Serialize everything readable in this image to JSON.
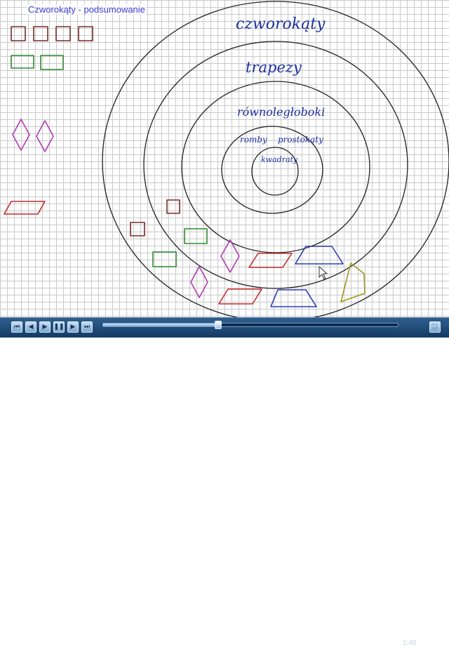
{
  "title": "Czworokąty - podsumowanie",
  "labels": {
    "czworokaty": "czworokąty",
    "trapezy": "trapezy",
    "rownoleglobloki": "równoległoboki",
    "romby": "romby",
    "prostokaty": "prostokąty",
    "kwadraty": "kwadraty"
  },
  "colors": {
    "ink": "#1c2f9e",
    "ring": "#222222",
    "square": "#7a2a2a",
    "rectangle": "#2e8a2e",
    "rhombus": "#b23ab2",
    "parallelogram": "#c42a2a",
    "trapezoid": "#2a3ab2",
    "quadrilateral": "#9a9a20"
  },
  "player": {
    "buttons": [
      {
        "name": "rewind-button",
        "icon": "rewind-icon",
        "glyph": "⏮"
      },
      {
        "name": "step-back-button",
        "icon": "step-back-icon",
        "glyph": "◀"
      },
      {
        "name": "play-button",
        "icon": "play-icon",
        "glyph": "▶"
      },
      {
        "name": "pause-button",
        "icon": "pause-icon",
        "glyph": "❚❚"
      },
      {
        "name": "step-forward-button",
        "icon": "step-forward-icon",
        "glyph": "▶"
      },
      {
        "name": "forward-button",
        "icon": "forward-icon",
        "glyph": "⏭"
      }
    ],
    "progress": 0.39,
    "time": "1:40",
    "fullscreen_icon": "fullscreen-icon"
  }
}
